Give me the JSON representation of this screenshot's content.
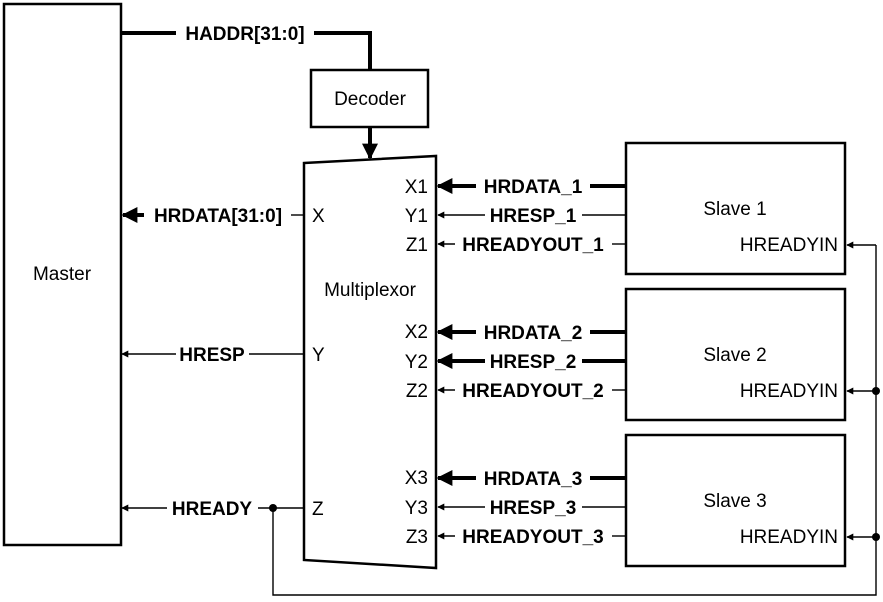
{
  "blocks": {
    "master": "Master",
    "decoder": "Decoder",
    "mux": "Multiplexor",
    "slave1": "Slave 1",
    "slave2": "Slave 2",
    "slave3": "Slave 3",
    "hreadyin": "HREADYIN"
  },
  "mux_ports": {
    "left": [
      "X",
      "Y",
      "Z"
    ],
    "right": [
      "X1",
      "Y1",
      "Z1",
      "X2",
      "Y2",
      "Z2",
      "X3",
      "Y3",
      "Z3"
    ]
  },
  "signals": {
    "haddr": "HADDR[31:0]",
    "hrdata_master": "HRDATA[31:0]",
    "hresp_master": "HRESP",
    "hready_master": "HREADY",
    "slaves": [
      {
        "hrdata": "HRDATA_1",
        "hresp": "HRESP_1",
        "hreadyout": "HREADYOUT_1"
      },
      {
        "hrdata": "HRDATA_2",
        "hresp": "HRESP_2",
        "hreadyout": "HREADYOUT_2"
      },
      {
        "hrdata": "HRDATA_3",
        "hresp": "HRESP_3",
        "hreadyout": "HREADYOUT_3"
      }
    ]
  }
}
